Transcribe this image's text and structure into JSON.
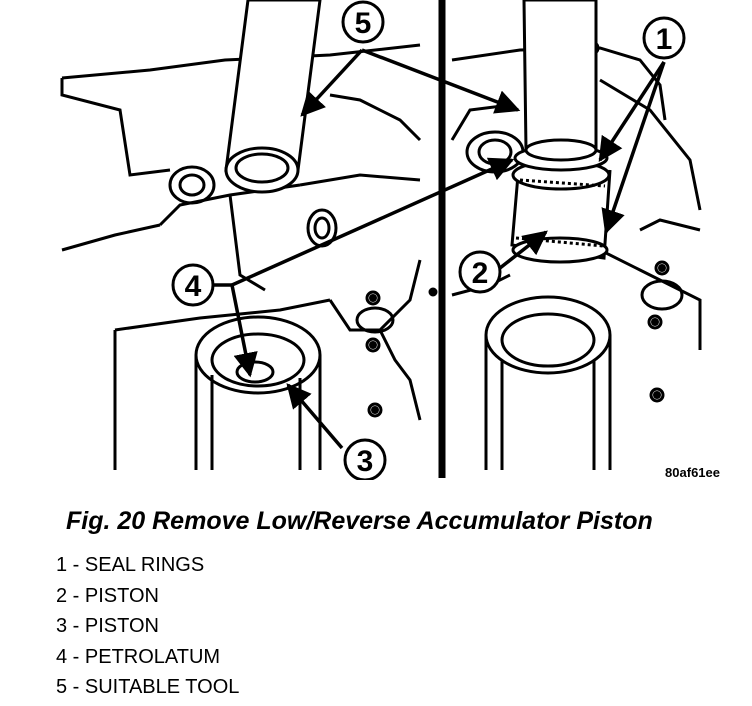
{
  "figure": {
    "code": "80af61ee",
    "callouts": [
      "1",
      "2",
      "3",
      "4",
      "5"
    ]
  },
  "caption": "Fig. 20 Remove Low/Reverse Accumulator Piston",
  "legend": [
    "1 - SEAL RINGS",
    "2 - PISTON",
    "3 - PISTON",
    "4 - PETROLATUM",
    "5 - SUITABLE TOOL"
  ]
}
